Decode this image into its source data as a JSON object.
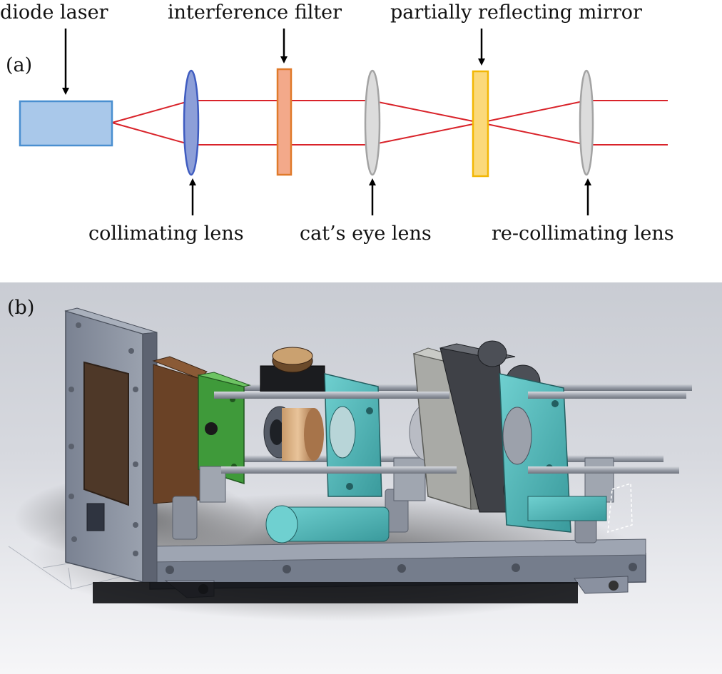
{
  "panel_a": {
    "label": "(a)",
    "top_labels": {
      "diode_laser": "diode laser",
      "interference_filter": "interference filter",
      "partially_reflecting_mirror": "partially reflecting mirror"
    },
    "bottom_labels": {
      "collimating_lens": "collimating lens",
      "cats_eye_lens": "cat’s eye lens",
      "re_collimating_lens": "re-collimating lens"
    },
    "colors": {
      "beam": "#d9232a",
      "diode_fill": "#a9c8ea",
      "diode_stroke": "#4a8fd0",
      "collimating_fill": "#8d9fd8",
      "collimating_stroke": "#3f5cc0",
      "filter_fill": "#f3a98a",
      "filter_stroke": "#e07a2a",
      "gray_lens_fill": "#dcdcdc",
      "gray_lens_stroke": "#a3a3a3",
      "mirror_fill": "#fbd97a",
      "mirror_stroke": "#f2b705"
    }
  },
  "panel_b": {
    "label": "(b)"
  }
}
